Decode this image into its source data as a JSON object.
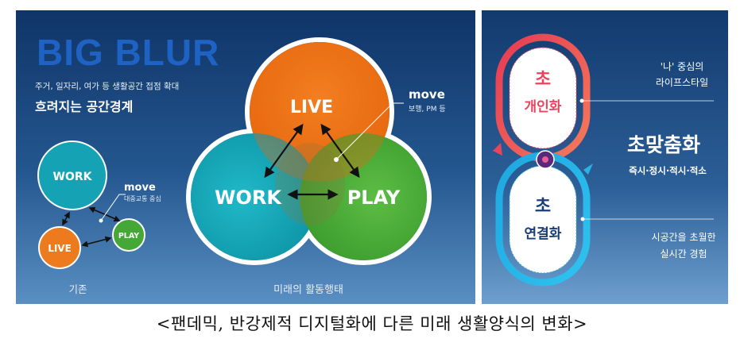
{
  "left_panel": {
    "title": "BIG BLUR",
    "subtitle": "주거, 일자리, 여가 등 생활공간 접점 확대",
    "heading": "흐려지는 공간경계",
    "existing": {
      "work": "WORK",
      "live": "LIVE",
      "play": "PLAY",
      "move_label": "move",
      "move_sub": "대중교통 중심",
      "caption": "기존"
    },
    "future": {
      "live": "LIVE",
      "work": "WORK",
      "play": "PLAY",
      "move_label": "move",
      "move_sub": "보행, PM 등",
      "caption": "미래의 활동행태"
    }
  },
  "right_panel": {
    "top_node_char": "초",
    "top_node_word": "개인화",
    "bottom_node_char": "초",
    "bottom_node_word": "연결화",
    "center_title": "초맞춤화",
    "center_sub": "즉시·정시·적시·적소",
    "top_desc_line1": "'나' 중심의",
    "top_desc_line2": "라이프스타일",
    "bottom_desc_line1": "시공간을 초월한",
    "bottom_desc_line2": "실시간 경험"
  },
  "caption": "<팬데믹, 반강제적 디지털화에 다른 미래 생활양식의 변화>",
  "colors": {
    "bg_dark": "#123a6e",
    "bg_light": "#4d80b3",
    "orange": "#f07b1e",
    "teal": "#16a9b8",
    "green": "#4aab38",
    "pink": "#e8445e",
    "blue_loop": "#2ab1e6",
    "title_blue": "#1e63c4"
  }
}
